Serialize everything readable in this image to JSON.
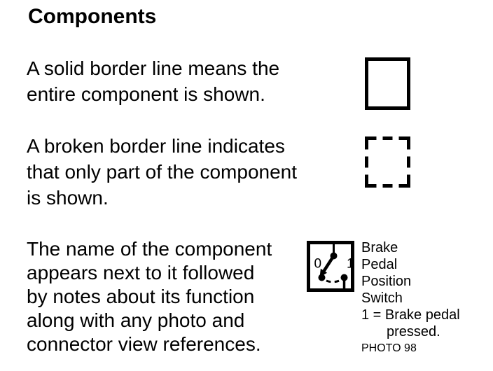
{
  "page": {
    "background_color": "#ffffff",
    "text_color": "#000000"
  },
  "title": "Components",
  "para_solid": {
    "lines": [
      "A solid border line means the",
      "entire component is shown."
    ]
  },
  "para_broken": {
    "lines": [
      "A broken border line indicates",
      "that only part of the component",
      "is shown."
    ]
  },
  "para_name": {
    "lines": [
      "The name of the component",
      "appears next to it followed",
      "by notes about its function",
      "along with any photo and",
      "connector view references."
    ]
  },
  "legend_shapes": {
    "solid_box": "solid-border-example",
    "dashed_box": "broken-border-example"
  },
  "switch_symbol": {
    "off_label": "0",
    "on_label": "1"
  },
  "component_label": {
    "name_lines": [
      "Brake",
      "Pedal",
      "Position",
      "Switch"
    ],
    "note_line1": "1 = Brake pedal",
    "note_line2": "pressed.",
    "photo_ref": "PHOTO 98"
  }
}
